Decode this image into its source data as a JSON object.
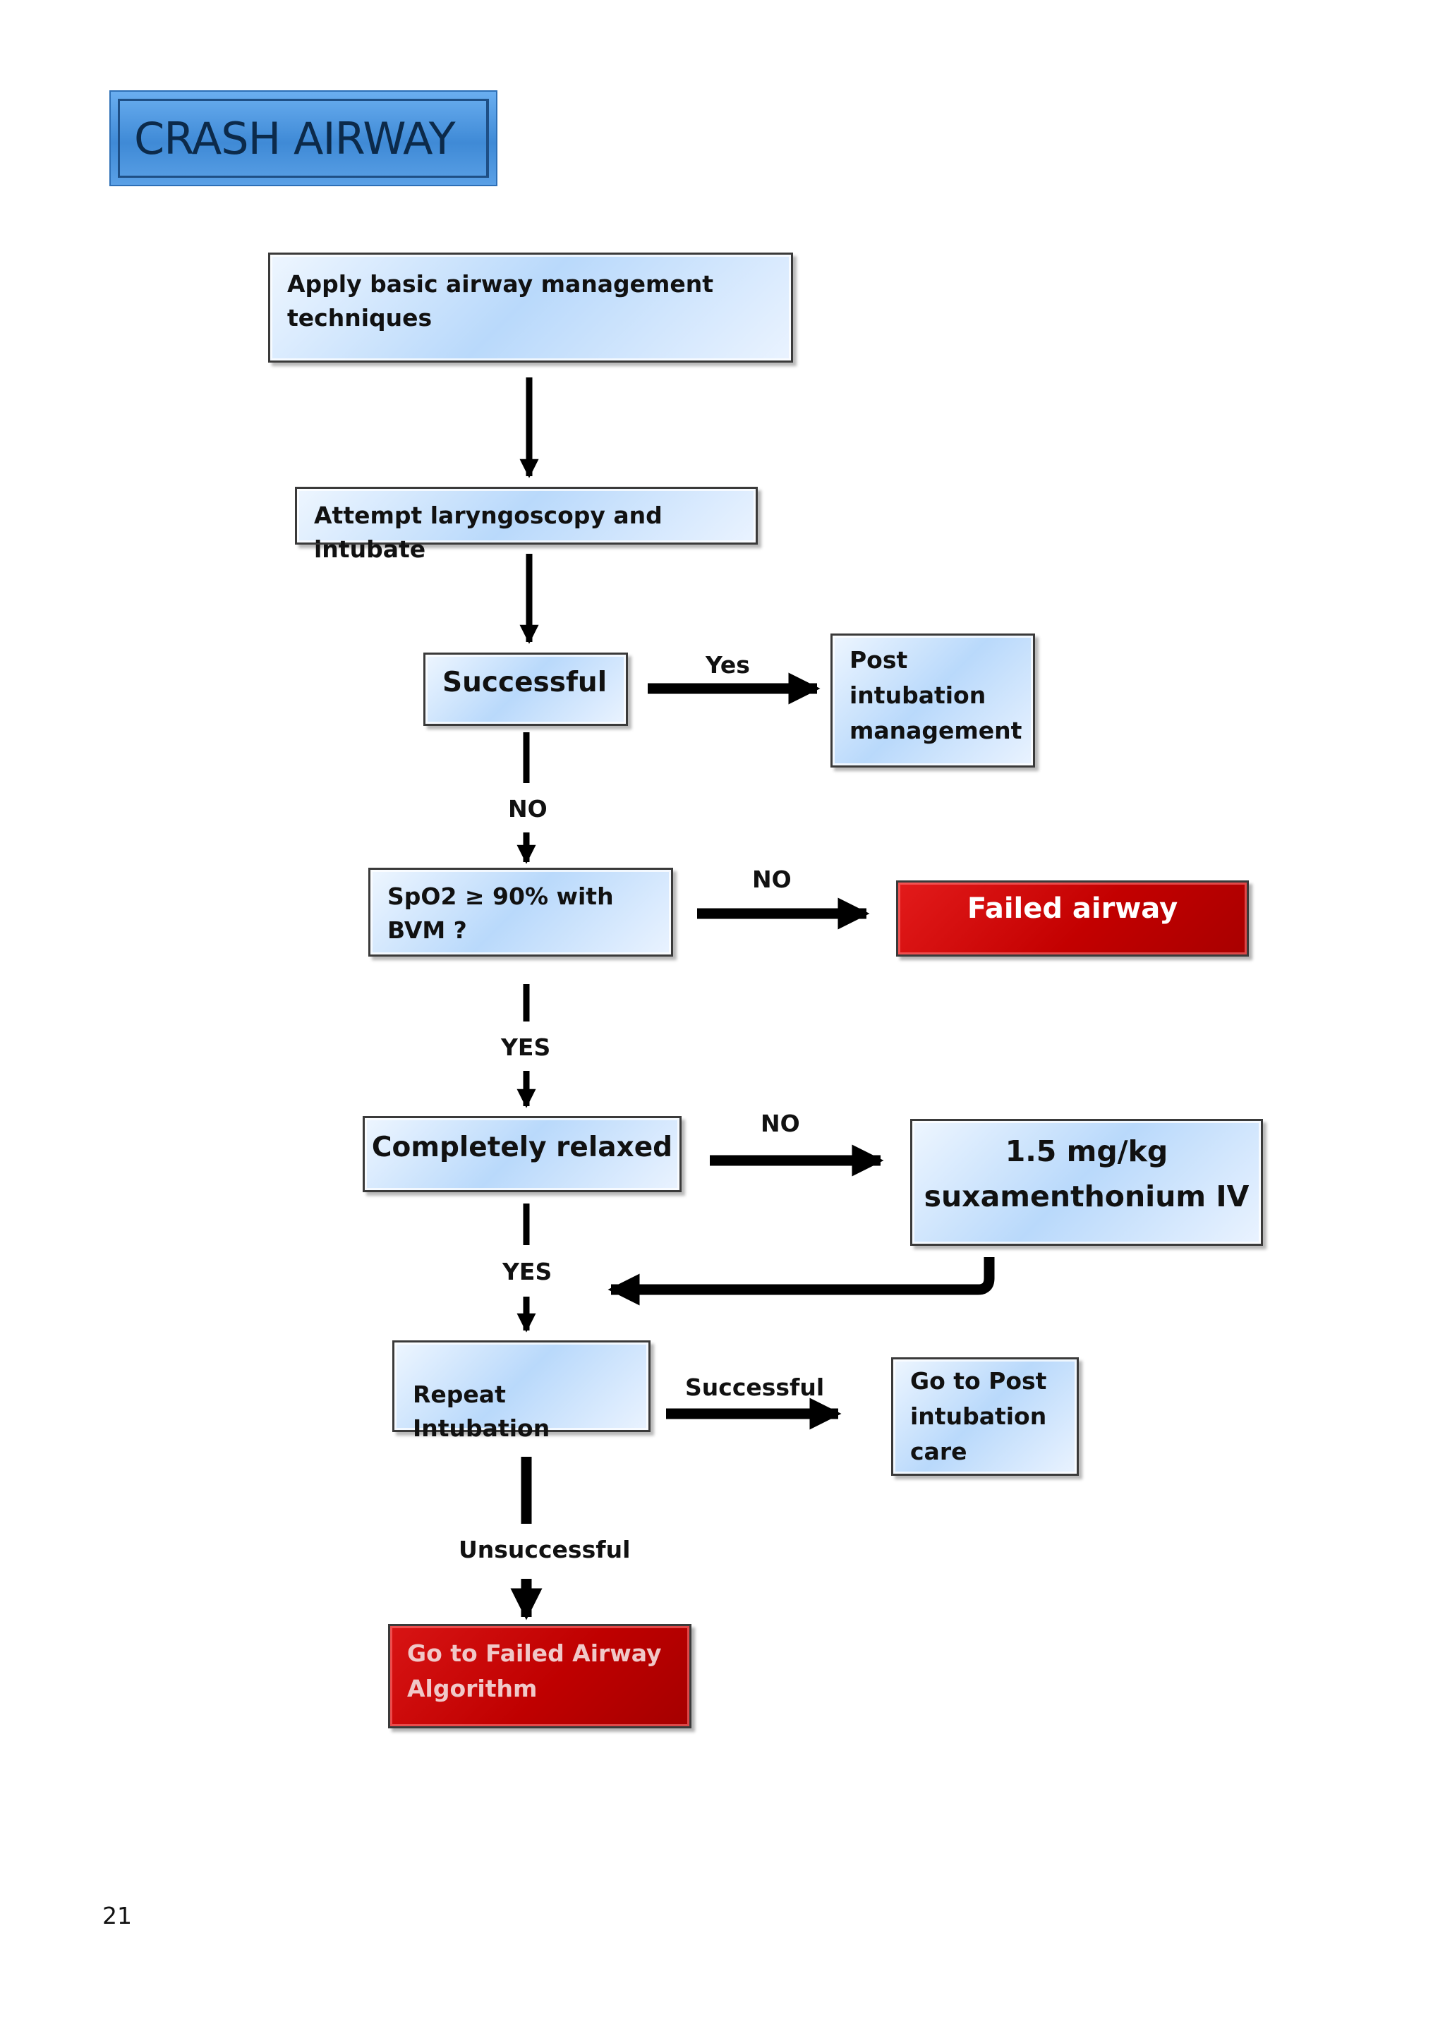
{
  "title": "CRASH AIRWAY",
  "page_number": "21",
  "nodes": {
    "basic": "Apply basic airway management techniques",
    "laryngoscopy": "Attempt laryngoscopy and intubate",
    "successful": "Successful",
    "post_intubation": "Post intubation management",
    "spo2": "SpO2 ≥ 90% with BVM ?",
    "failed_airway": "Failed airway",
    "relaxed": "Completely relaxed",
    "sux_line1": "1.5 mg/kg",
    "sux_line2": "suxamenthonium IV",
    "repeat": "Repeat Intubation",
    "go_post": "Go to Post intubation care",
    "go_failed": "Go to Failed Airway Algorithm"
  },
  "edges": {
    "yes_success": "Yes",
    "no_success": "NO",
    "no_spo2": "NO",
    "yes_spo2": "YES",
    "no_relaxed": "NO",
    "yes_relaxed": "YES",
    "repeat_success": "Successful",
    "repeat_fail": "Unsuccessful"
  },
  "colors": {
    "box_blue": "#b9d9fb",
    "box_red": "#c30000",
    "title_blue": "#3f8ad6",
    "arrow": "#000000"
  }
}
